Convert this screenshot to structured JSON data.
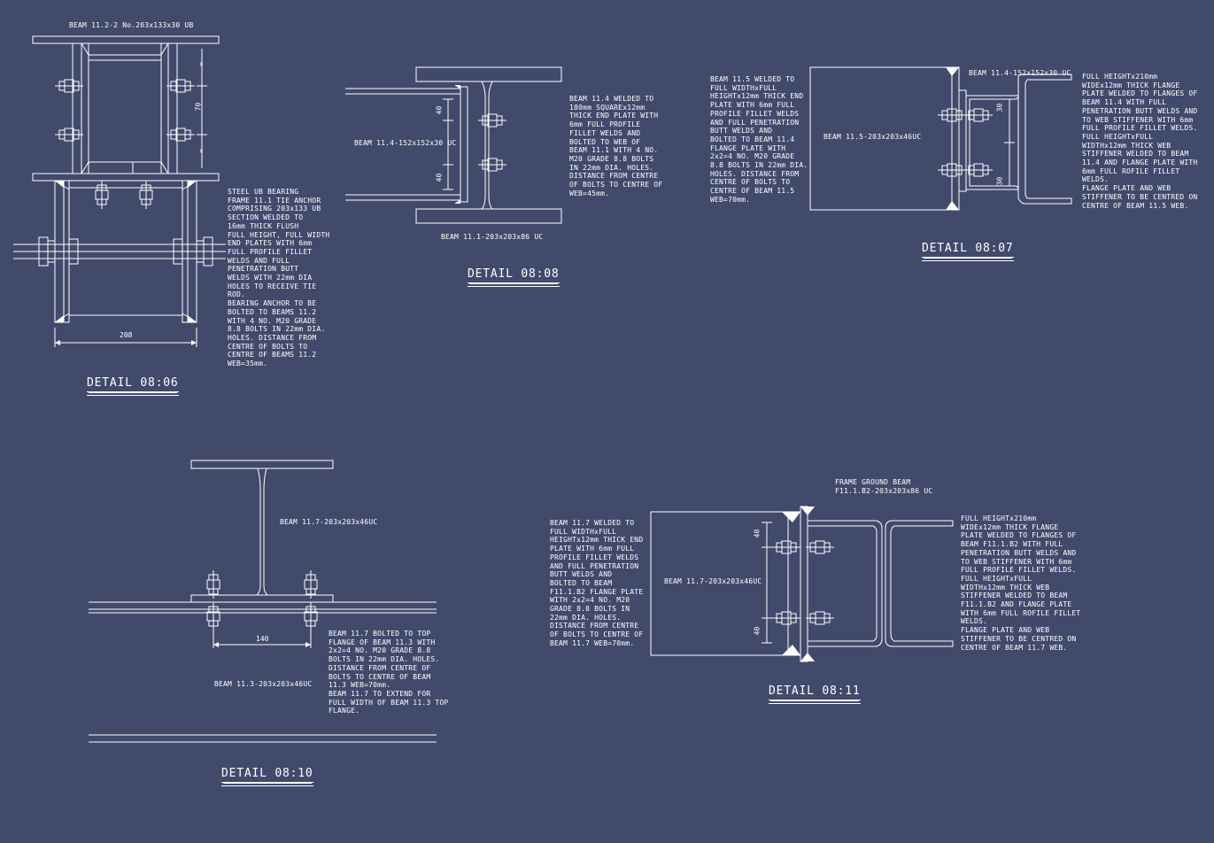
{
  "details": {
    "d0806": {
      "title": "DETAIL 08:06",
      "beam_label": "BEAM 11.2-2 No.203x133x30 UB",
      "note": "STEEL UB BEARING\nFRAME 11.1 TIE ANCHOR\nCOMPRISING 203x133 UB\nSECTION WELDED TO\n16mm THICK FLUSH\nFULL HEIGHT, FULL WIDTH\nEND PLATES WITH 6mm\nFULL PROFILE FILLET\nWELDS AND FULL\nPENETRATION BUTT\nWELDS WITH 22mm DIA\nHOLES TO RECEIVE TIE\nROD.\nBEARING ANCHOR TO BE\nBOLTED TO BEAMS 11.2\nWITH 4 NO. M20 GRADE\n8.8 BOLTS IN 22mm DIA.\nHOLES. DISTANCE FROM\nCENTRE OF BOLTS TO\nCENTRE OF BEAMS 11.2\nWEB=35mm.",
      "dim_70": "70",
      "dim_208": "208",
      "dim_eq1": "=",
      "dim_eq2": "="
    },
    "d0808": {
      "title": "DETAIL 08:08",
      "beam_left": "BEAM 11.4-152x152x30 UC",
      "beam_bottom": "BEAM 11.1-203x203x86 UC",
      "note": "BEAM 11.4 WELDED TO\n180mm SQUAREx12mm\nTHICK END PLATE WITH\n6mm FULL PROFILE\nFILLET WELDS AND\nBOLTED TO WEB OF\nBEAM 11.1 WITH 4 NO.\nM20 GRADE 8.8 BOLTS\nIN 22mm DIA. HOLES.\nDISTANCE FROM CENTRE\nOF BOLTS TO CENTRE OF\nWEB=45mm.",
      "dim_a": "40",
      "dim_b": "40"
    },
    "d0807": {
      "title": "DETAIL 08:07",
      "beam_top": "BEAM 11.4-152x152x30 UC",
      "beam_mid": "BEAM 11.5-203x203x46UC",
      "note_left": "BEAM 11.5 WELDED TO\nFULL WIDTHxFULL\nHEIGHTx12mm THICK END\nPLATE WITH 6mm FULL\nPROFILE FILLET WELDS\nAND FULL PENETRATION\nBUTT WELDS AND\nBOLTED TO BEAM 11.4\nFLANGE PLATE WITH\n2x2=4 NO. M20 GRADE\n8.8 BOLTS IN 22mm DIA.\nHOLES. DISTANCE FROM\nCENTRE OF BOLTS TO\nCENTRE OF BEAM 11.5\nWEB=70mm.",
      "note_right": "FULL HEIGHTx210mm\nWIDEx12mm THICK FLANGE\nPLATE WELDED TO FLANGES OF\nBEAM 11.4 WITH FULL\nPENETRATION BUTT WELDS AND\nTO WEB STIFFENER WITH 6mm\nFULL PROFILE FILLET WELDS.\nFULL HEIGHTxFULL\nWIDTHx12mm THICK WEB\nSTIFFENER WELDED TO BEAM\n11.4 AND FLANGE PLATE WITH\n6mm FULL ROFILE FILLET\nWELDS.\nFLANGE PLATE AND WEB\nSTIFFENER TO BE CENTRED ON\nCENTRE OF BEAM 11.5 WEB.",
      "dim_a": "30",
      "dim_b": "30"
    },
    "d0810": {
      "title": "DETAIL 08:10",
      "beam_top": "BEAM 11.7-203x203x46UC",
      "beam_bottom": "BEAM 11.3-203x203x46UC",
      "note": "BEAM 11.7 BOLTED TO TOP\nFLANGE OF BEAM 11.3 WITH\n2x2=4 NO. M20 GRADE 8.8\nBOLTS IN 22mm DIA. HOLES.\nDISTANCE FROM CENTRE OF\nBOLTS TO CENTRE OF BEAM\n11.3 WEB=70mm.\nBEAM 11.7 TO EXTEND FOR\nFULL WIDTH OF BEAM 11.3 TOP\nFLANGE.",
      "dim_140": "140"
    },
    "d0811": {
      "title": "DETAIL 08:11",
      "frame_label": "FRAME GROUND BEAM\nF11.1.B2-203x203x86 UC",
      "beam_mid": "BEAM 11.7-203x203x46UC",
      "note_left": "BEAM 11.7 WELDED TO\nFULL WIDTHxFULL\nHEIGHTx12mm THICK END\nPLATE WITH 6mm FULL\nPROFILE FILLET WELDS\nAND FULL PENETRATION\nBUTT WELDS AND\nBOLTED TO BEAM\nF11.1.B2 FLANGE PLATE\nWITH 2x2=4 NO. M20\nGRADE 8.8 BOLTS IN\n22mm DIA. HOLES.\nDISTANCE FROM CENTRE\nOF BOLTS TO CENTRE OF\nBEAM 11.7 WEB=70mm.",
      "note_right": "FULL HEIGHTx210mm\nWIDEx12mm THICK FLANGE\nPLATE WELDED TO FLANGES OF\nBEAM F11.1.B2 WITH FULL\nPENETRATION BUTT WELDS AND\nTO WEB STIFFENER WITH 6mm\nFULL PROFILE FILLET WELDS.\nFULL HEIGHTxFULL\nWIDTHx12mm THICK WEB\nSTIFFENER WELDED TO BEAM\nF11.1.B2 AND FLANGE PLATE\nWITH 6mm FULL ROFILE FILLET\nWELDS.\nFLANGE PLATE AND WEB\nSTIFFENER TO BE CENTRED ON\nCENTRE OF BEAM 11.7 WEB.",
      "dim_a": "40",
      "dim_b": "40"
    }
  },
  "colors": {
    "background": "#414a6b",
    "linework": "#ffffff"
  }
}
